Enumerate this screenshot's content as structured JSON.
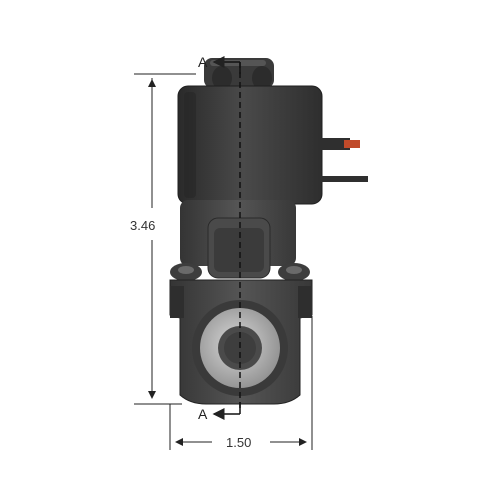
{
  "drawing": {
    "height_dimension": "3.46",
    "width_dimension": "1.50",
    "section_label_top": "A",
    "section_label_bottom": "A"
  },
  "colors": {
    "background": "#ffffff",
    "body_dark": "#3a3a3a",
    "body_mid": "#4c4c4c",
    "port_ring": "#b9b9b9",
    "dimension_line": "#222222",
    "terminal_metal": "#c04a2a"
  },
  "icons": {
    "valve_body": "solenoid-valve-body",
    "coil": "solenoid-coil",
    "electrical_terminals": "spade-terminals"
  }
}
